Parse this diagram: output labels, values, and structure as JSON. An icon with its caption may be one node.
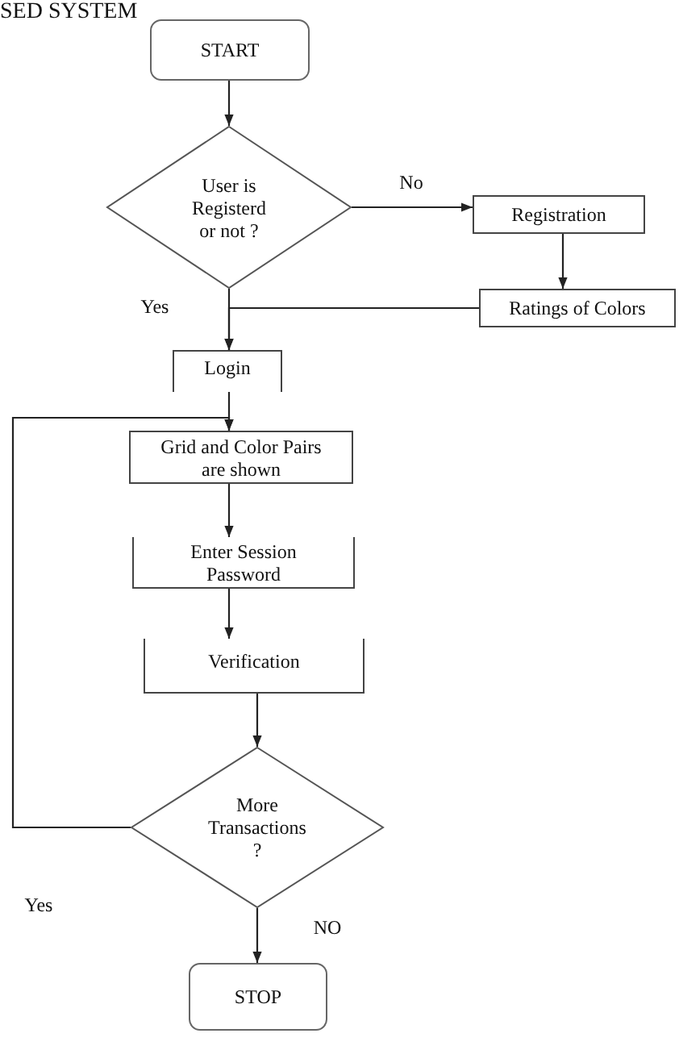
{
  "diagram": {
    "title": "SED SYSTEM",
    "nodes": [
      {
        "text": [
          "START"
        ]
      },
      {
        "text": [
          "User is Registerd or not ?"
        ]
      },
      {
        "text": [
          "Registration"
        ]
      },
      {
        "text": [
          "Ratings of Colors"
        ]
      },
      {
        "text": [
          "Login"
        ]
      },
      {
        "text": [
          "Grid and Color Pairs are shown"
        ]
      },
      {
        "text": [
          "Enter Session Password"
        ]
      },
      {
        "text": [
          "Verification"
        ]
      },
      {
        "text": [
          "More Transactions ?"
        ]
      },
      {
        "text": [
          "STOP"
        ]
      }
    ],
    "edges": [
      {
        "from": 0,
        "to": 1,
        "arrow": "to"
      },
      {
        "from": 1,
        "to": 2,
        "arrow": "to",
        "label": "No"
      },
      {
        "from": 2,
        "to": 3,
        "arrow": "to"
      },
      {
        "from": 3,
        "to": 4,
        "arrow": "to"
      },
      {
        "from": 1,
        "to": 4,
        "arrow": "to",
        "label": "Yes"
      },
      {
        "from": 4,
        "to": 5,
        "arrow": "to"
      },
      {
        "from": 5,
        "to": 6,
        "arrow": "to"
      },
      {
        "from": 6,
        "to": 7,
        "arrow": "to"
      },
      {
        "from": 7,
        "to": 8,
        "arrow": "to"
      },
      {
        "from": 8,
        "to": 5,
        "arrow": "to",
        "label": "Yes"
      },
      {
        "from": 8,
        "to": 9,
        "arrow": "to",
        "label": "NO"
      }
    ]
  }
}
